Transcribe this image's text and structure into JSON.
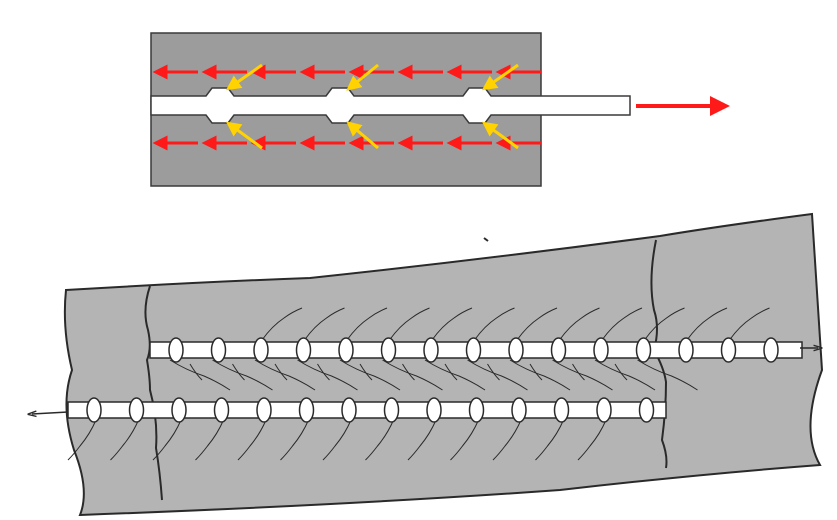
{
  "colors": {
    "block_fill": "#9c9c9c",
    "block_stroke": "#3a3a3a",
    "bar_fill": "#ffffff",
    "shear_arrow": "#ff1a1a",
    "crack_arrow": "#ffd200",
    "sketch_fill": "#b4b4b4",
    "sketch_line": "#2a2a2a",
    "page_background": "#ffffff"
  },
  "top_diagram": {
    "bar_ridges": 3,
    "shear_arrows_per_row": 8,
    "crack_arrows": 6,
    "pull_arrow": "right"
  },
  "bottom_diagram": {
    "upper_bar_lugs": 15,
    "lower_bar_lugs": 14,
    "upper_bar_pull": "right",
    "lower_bar_pull": "left"
  }
}
